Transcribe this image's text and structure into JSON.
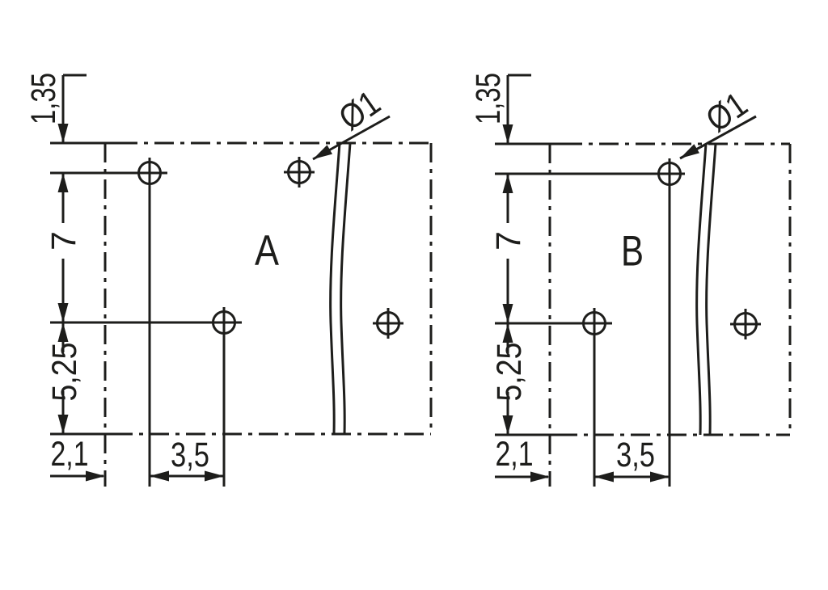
{
  "drawing": {
    "background_color": "#ffffff",
    "line_color": "#1d1d1b",
    "diagrams": [
      {
        "label": "A",
        "hole_diameter_label": "Ø1",
        "dimensions": {
          "top_edge_to_row1": "1,35",
          "row1_to_row2": "7",
          "row2_to_bottom_edge": "5,25",
          "left_edge_to_col1": "2,1",
          "column_pitch": "3,5"
        }
      },
      {
        "label": "B",
        "hole_diameter_label": "Ø1",
        "dimensions": {
          "top_edge_to_row1": "1,35",
          "row1_to_row2": "7",
          "row2_to_bottom_edge": "5,25",
          "left_edge_to_col1": "2,1",
          "column_pitch": "3,5"
        }
      }
    ]
  }
}
